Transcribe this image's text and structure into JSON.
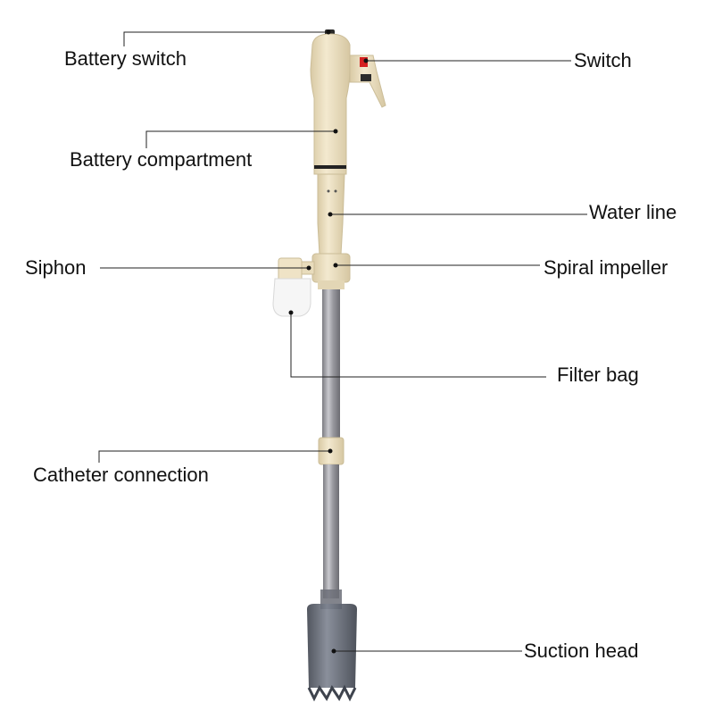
{
  "labels": {
    "battery_switch": "Battery switch",
    "switch": "Switch",
    "battery_compartment": "Battery compartment",
    "water_line": "Water line",
    "siphon": "Siphon",
    "spiral_impeller": "Spiral impeller",
    "filter_bag": "Filter bag",
    "catheter_connection": "Catheter connection",
    "suction_head": "Suction head"
  },
  "colors": {
    "body": "#efe3c6",
    "body_shadow": "#d6c7a2",
    "tube": "#9a9aa0",
    "tube_highlight": "#cfcfd4",
    "filter_bag": "#f4f4f4",
    "suction_head": "#5f6470",
    "switch_red": "#d42020",
    "leader_line": "#222222"
  }
}
